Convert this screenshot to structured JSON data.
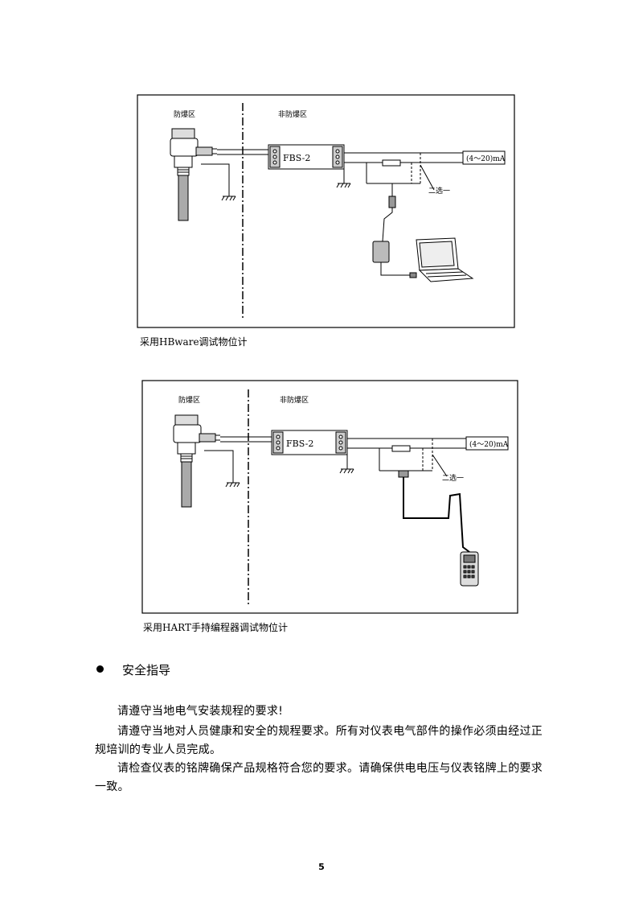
{
  "figure1": {
    "zone_explosion_proof": "防爆区",
    "zone_non_explosion_proof": "非防爆区",
    "barrier_label": "FBS-2",
    "output_label": "(4～20)mA",
    "option_note": "二选一",
    "caption": "采用HBware调试物位计"
  },
  "figure2": {
    "zone_explosion_proof": "防爆区",
    "zone_non_explosion_proof": "非防爆区",
    "barrier_label": "FBS-2",
    "output_label": "(4～20)mA",
    "option_note": "二选一",
    "caption": "采用HART手持编程器调试物位计"
  },
  "safety": {
    "title": "安全指导",
    "paragraphs": [
      "请遵守当地电气安装规程的要求!",
      "请遵守当地对人员健康和安全的规程要求。所有对仪表电气部件的操作必须由经过正规培训的专业人员完成。",
      "请检查仪表的铭牌确保产品规格符合您的要求。请确保供电电压与仪表铭牌上的要求一致。"
    ]
  },
  "page_number": "5"
}
